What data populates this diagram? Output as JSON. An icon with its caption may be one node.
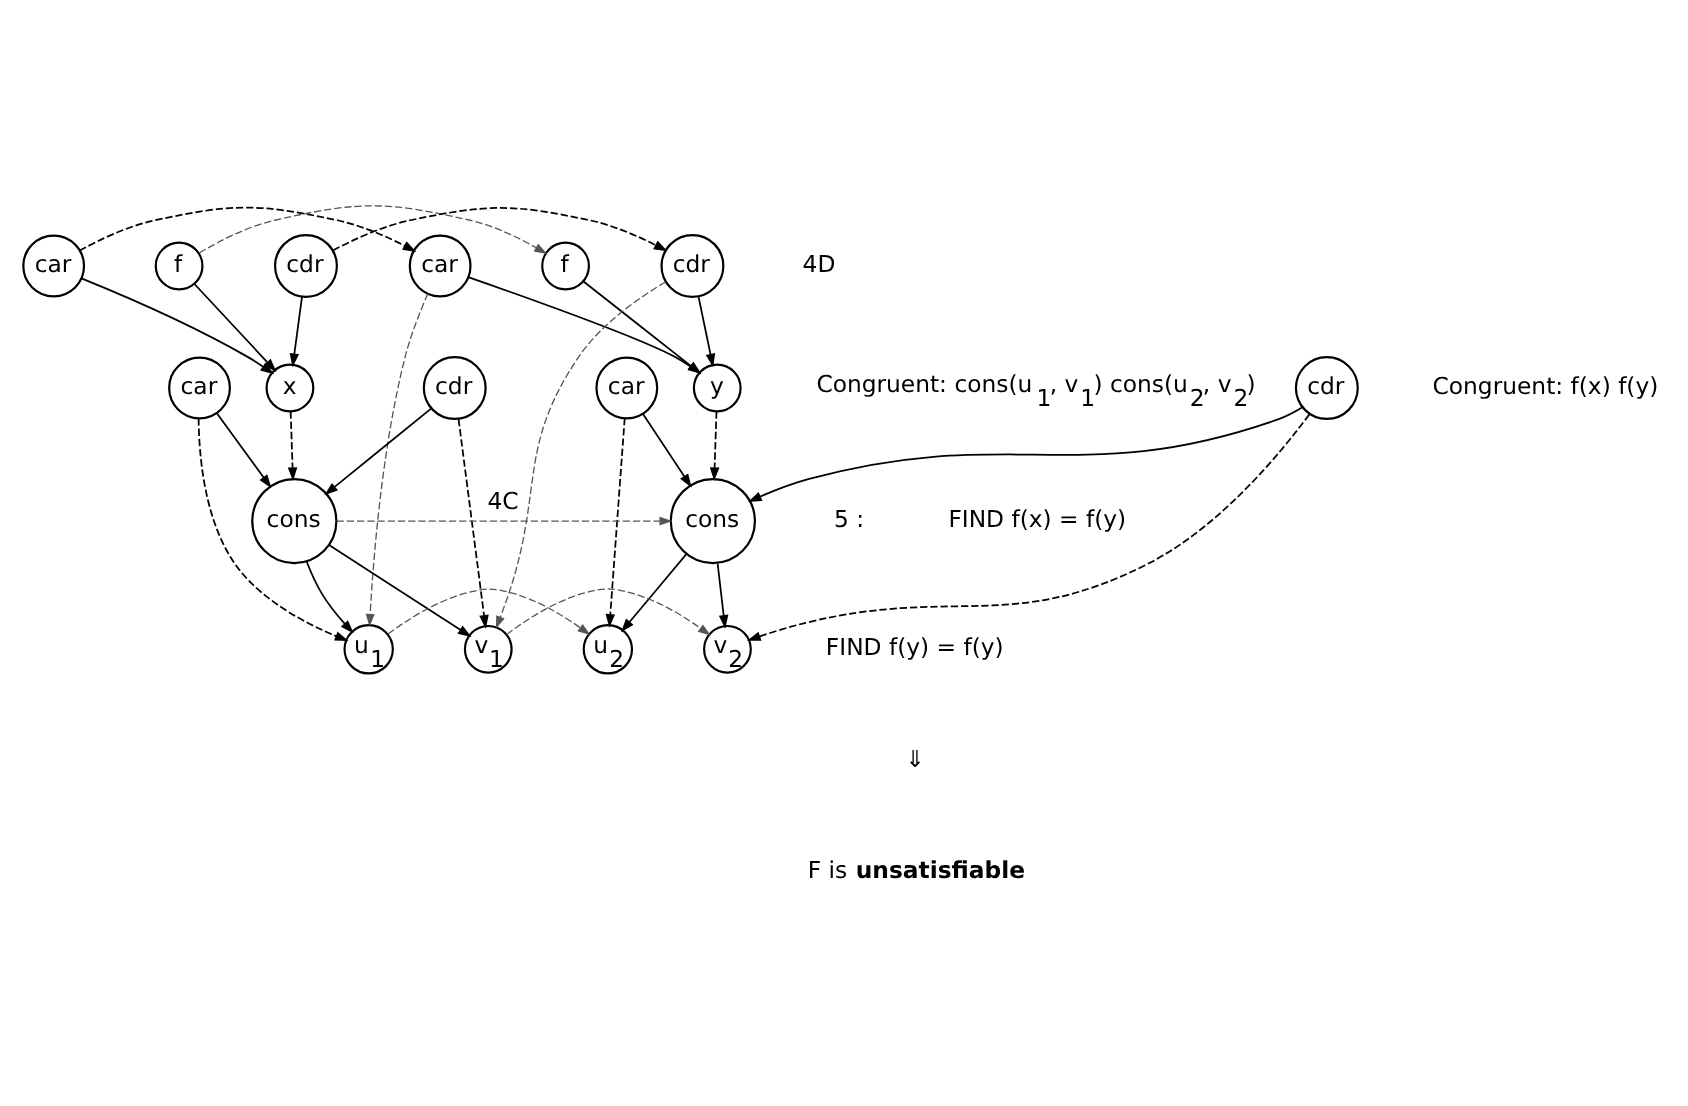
{
  "diagram": {
    "nodes": [
      {
        "text": [
          "car"
        ]
      },
      {
        "text": [
          "f"
        ]
      },
      {
        "text": [
          "cdr"
        ]
      },
      {
        "text": [
          "car"
        ]
      },
      {
        "text": [
          "f"
        ]
      },
      {
        "text": [
          "cdr"
        ]
      },
      {
        "text": [
          "x"
        ]
      },
      {
        "text": [
          "y"
        ]
      },
      {
        "text": [
          "car"
        ]
      },
      {
        "text": [
          "cdr"
        ]
      },
      {
        "text": [
          "car"
        ]
      },
      {
        "text": [
          "cdr"
        ]
      },
      {
        "text": [
          "cons"
        ]
      },
      {
        "text": [
          "cons"
        ]
      },
      {
        "text": [
          "u$_{1}$"
        ]
      },
      {
        "text": [
          "v$_{1}$"
        ]
      },
      {
        "text": [
          "u$_{2}$"
        ]
      },
      {
        "text": [
          "v$_{2}$"
        ]
      }
    ],
    "edges": [
      {
        "from": 0,
        "to": 3,
        "arrow": "to",
        "style": "dashed"
      },
      {
        "from": 2,
        "to": 5,
        "arrow": "to",
        "style": "dashed"
      },
      {
        "from": 1,
        "to": 4,
        "arrow": "to",
        "style": "dashed",
        "color": "#555555"
      },
      {
        "from": 0,
        "to": 6,
        "arrow": "to"
      },
      {
        "from": 1,
        "to": 6,
        "arrow": "to"
      },
      {
        "from": 2,
        "to": 6,
        "arrow": "to"
      },
      {
        "from": 3,
        "to": 7,
        "arrow": "to"
      },
      {
        "from": 4,
        "to": 7,
        "arrow": "to"
      },
      {
        "from": 5,
        "to": 7,
        "arrow": "to"
      },
      {
        "from": 3,
        "to": 14,
        "arrow": "to",
        "style": "dashed",
        "color": "#555555"
      },
      {
        "from": 5,
        "to": 15,
        "arrow": "to",
        "style": "dashed",
        "color": "#555555"
      },
      {
        "from": 6,
        "to": 12,
        "arrow": "to",
        "style": "dashed"
      },
      {
        "from": 7,
        "to": 13,
        "arrow": "to",
        "style": "dashed"
      },
      {
        "from": 8,
        "to": 12,
        "arrow": "to"
      },
      {
        "from": 9,
        "to": 12,
        "arrow": "to"
      },
      {
        "from": 10,
        "to": 13,
        "arrow": "to"
      },
      {
        "from": 11,
        "to": 13,
        "arrow": "to"
      },
      {
        "from": 8,
        "to": 14,
        "arrow": "to",
        "style": "dashed"
      },
      {
        "from": 9,
        "to": 15,
        "arrow": "to",
        "style": "dashed"
      },
      {
        "from": 10,
        "to": 16,
        "arrow": "to",
        "style": "dashed"
      },
      {
        "from": 11,
        "to": 17,
        "arrow": "to",
        "style": "dashed"
      },
      {
        "from": 12,
        "to": 13,
        "arrow": "to",
        "style": "dashed",
        "color": "#555555",
        "label": "4C"
      },
      {
        "from": 12,
        "to": 14,
        "arrow": "to"
      },
      {
        "from": 12,
        "to": 15,
        "arrow": "to"
      },
      {
        "from": 13,
        "to": 16,
        "arrow": "to"
      },
      {
        "from": 13,
        "to": 17,
        "arrow": "to"
      },
      {
        "from": 14,
        "to": 16,
        "arrow": "to",
        "style": "dashed",
        "color": "#555555"
      },
      {
        "from": 15,
        "to": 17,
        "arrow": "to",
        "style": "dashed",
        "color": "#555555"
      }
    ],
    "labels": [
      "4D",
      "Congruent: cons(u$_{1}$, v$_{1}$) cons(u$_{2}$, v$_{2}$)",
      "Congruent: f(x) f(y)",
      "5 :",
      "FIND f(x) = f(y)",
      "FIND f(y) = f(y)",
      "⇓",
      "F is **unsatisfiable**"
    ]
  }
}
